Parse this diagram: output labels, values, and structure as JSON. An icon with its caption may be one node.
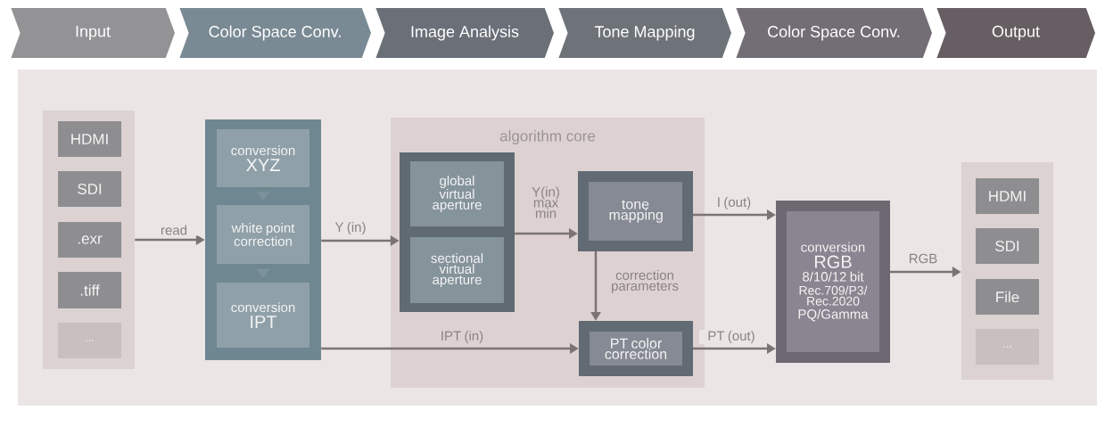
{
  "diagram": {
    "nodes": [
      {
        "text": [
          "Input"
        ]
      },
      {
        "text": [
          "Color Space Conv."
        ]
      },
      {
        "text": [
          "Image Analysis"
        ]
      },
      {
        "text": [
          "Tone Mapping"
        ]
      },
      {
        "text": [
          "Color Space Conv."
        ]
      },
      {
        "text": [
          "Output"
        ]
      },
      {
        "text": [],
        "shape": "box"
      },
      {
        "text": [
          "HDMI"
        ],
        "in": 6
      },
      {
        "text": [
          "SDI"
        ],
        "in": 6
      },
      {
        "text": [
          ".exr"
        ],
        "in": 6
      },
      {
        "text": [
          ".tiff"
        ],
        "in": 6
      },
      {
        "text": [
          "..."
        ],
        "in": 6
      },
      {
        "text": [],
        "shape": "box"
      },
      {
        "text": [
          "conversion",
          "XYZ"
        ],
        "in": 12
      },
      {
        "text": [
          "white point correction"
        ],
        "in": 12
      },
      {
        "text": [
          "conversion",
          "IPT"
        ],
        "in": 12
      },
      {
        "text": [
          "algorithm core"
        ]
      },
      {
        "text": [],
        "shape": "box",
        "in": 16
      },
      {
        "text": [
          "global virtual aperture"
        ],
        "in": 17
      },
      {
        "text": [
          "sectional virtual aperture"
        ],
        "in": 17
      },
      {
        "text": [
          "tone mapping"
        ],
        "in": 16
      },
      {
        "text": [
          "PT color correction"
        ],
        "in": 16
      },
      {
        "text": [
          "conversion",
          "RGB",
          "8/10/12 bit",
          "Rec.709/P3/ Rec.2020",
          "PQ/Gamma"
        ]
      },
      {
        "text": [],
        "shape": "box"
      },
      {
        "text": [
          "HDMI"
        ],
        "in": 23
      },
      {
        "text": [
          "SDI"
        ],
        "in": 23
      },
      {
        "text": [
          "File"
        ],
        "in": 23
      },
      {
        "text": [
          "..."
        ],
        "in": 23
      }
    ],
    "edges": [
      {
        "from": 6,
        "to": 12,
        "arrow": "to",
        "label": "read"
      },
      {
        "from": 13,
        "to": 14,
        "arrow": "to"
      },
      {
        "from": 14,
        "to": 15,
        "arrow": "to"
      },
      {
        "from": 12,
        "to": 17,
        "arrow": "to",
        "label": "Y (in)"
      },
      {
        "from": 17,
        "to": 20,
        "arrow": "to",
        "label": "Y(in) max min"
      },
      {
        "from": 20,
        "to": 21,
        "arrow": "to",
        "label": "correction parameters"
      },
      {
        "from": 12,
        "to": 21,
        "arrow": "to",
        "label": "IPT (in)"
      },
      {
        "from": 20,
        "to": 22,
        "arrow": "to",
        "label": "I (out)"
      },
      {
        "from": 21,
        "to": 22,
        "arrow": "to",
        "label": "PT (out)"
      },
      {
        "from": 22,
        "to": 23,
        "arrow": "to",
        "label": "RGB"
      }
    ]
  }
}
